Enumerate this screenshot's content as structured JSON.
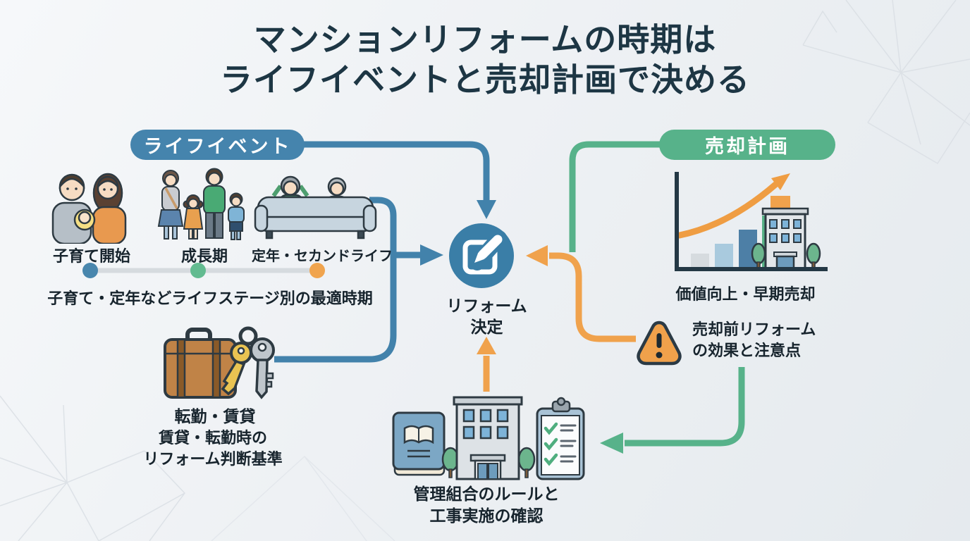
{
  "title": {
    "line1": "マンションリフォームの時期は",
    "line2": "ライフイベントと売却計画で決める"
  },
  "life_events": {
    "badge": "ライフイベント",
    "stages": [
      {
        "label": "子育て開始",
        "icon": "family-with-baby-illustration"
      },
      {
        "label": "成長期",
        "icon": "family-of-four-illustration"
      },
      {
        "label": "定年・セカンドライフ",
        "icon": "senior-couple-sofa-illustration"
      }
    ],
    "timeline_note": "子育て・定年などライフステージ別の最適時期",
    "relocation": {
      "icon": "suitcase-and-keys-illustration",
      "label": "転勤・賃貸",
      "note_line1": "賃貸・転勤時の",
      "note_line2": "リフォーム判断基準"
    }
  },
  "sale_plan": {
    "badge": "売却計画",
    "value": {
      "icon": "rising-chart-building-illustration",
      "label": "価値向上・早期売却"
    },
    "warning": {
      "icon": "warning-triangle-icon",
      "line1": "売却前リフォーム",
      "line2": "の効果と注意点"
    }
  },
  "decision": {
    "icon": "edit-pencil-icon",
    "line1": "リフォーム",
    "line2": "決定"
  },
  "management": {
    "icon": "book-building-checklist-illustration",
    "line1": "管理組合のルールと",
    "line2": "工事実施の確認"
  },
  "colors": {
    "title_text": "#1d3644",
    "body_text": "#17242d",
    "life_events_blue": "#4584ad",
    "sale_plan_green": "#57b28a",
    "accent_orange": "#f0a24c",
    "decision_circle_blue": "#3a7ea7",
    "timeline_track_gray": "#d6dbdf",
    "timeline_dot_blue": "#4886ad",
    "timeline_dot_green": "#62bb90",
    "timeline_dot_orange": "#f0a44e",
    "background": "#edf1f4"
  }
}
